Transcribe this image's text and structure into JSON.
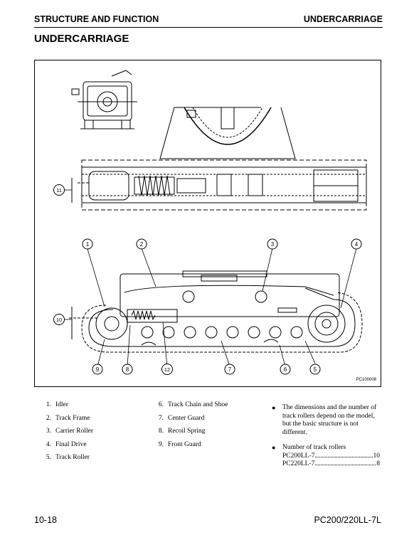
{
  "header": {
    "section": "STRUCTURE AND FUNCTION",
    "topic": "UNDERCARRIAGE"
  },
  "title": "UNDERCARRIAGE",
  "figure": {
    "code": "PC100008",
    "callouts": [
      "1",
      "2",
      "3",
      "4",
      "5",
      "6",
      "7",
      "8",
      "9",
      "10",
      "11",
      "12"
    ]
  },
  "legend_left": [
    {
      "num": "1.",
      "label": "Idler"
    },
    {
      "num": "2.",
      "label": "Track Frame"
    },
    {
      "num": "3.",
      "label": "Carrier Roller"
    },
    {
      "num": "4.",
      "label": "Final Drive"
    },
    {
      "num": "5.",
      "label": "Track Roller"
    }
  ],
  "legend_right": [
    {
      "num": "6.",
      "label": "Track Chain and Shoe"
    },
    {
      "num": "7.",
      "label": "Center Guard"
    },
    {
      "num": "8.",
      "label": "Recoil Spring"
    },
    {
      "num": "9.",
      "label": "Front Guard"
    }
  ],
  "notes": {
    "bullet": "●",
    "note1": "The dimensions and the number of track rollers depend on the model, but the basic structure is not different.",
    "note2_title": "Number of track rollers",
    "rows": [
      {
        "model": "PC200LL-7",
        "value": "10"
      },
      {
        "model": "PC220LL-7",
        "value": "8"
      }
    ]
  },
  "footer": {
    "page": "10-18",
    "model": "PC200/220LL-7L"
  }
}
